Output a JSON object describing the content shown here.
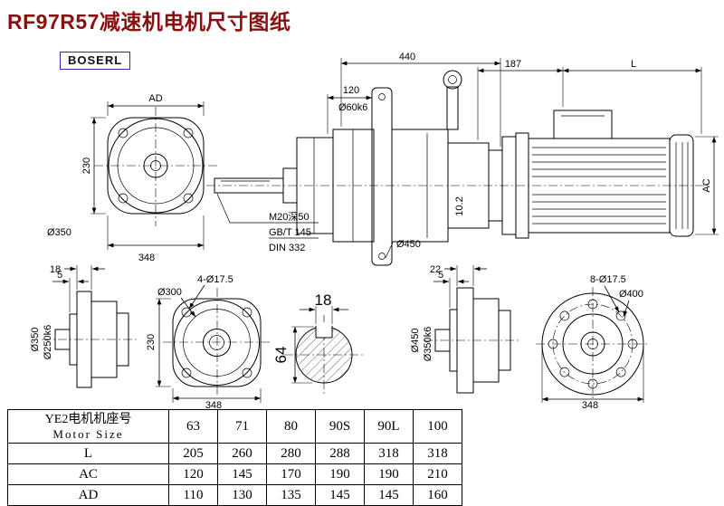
{
  "title": "RF97R57减速机电机尺寸图纸",
  "brand": "BOSERL",
  "main_view": {
    "dim_total": "440",
    "dim_shaft_len": "120",
    "shaft_dia": "Ø60k6",
    "dim_adapter": "187",
    "dim_motor": "L",
    "dim_motor_height": "AC",
    "keyway": "10.2",
    "tap_hole": "M20深50",
    "standard1": "GB/T 145",
    "standard2": "DIN 332",
    "flange_dia": "Ø450"
  },
  "flange_view_top": {
    "dim_width": "AD",
    "dim_height": "230",
    "dia": "Ø350",
    "dim_base": "348"
  },
  "side_view_small": {
    "dim_flange": "18",
    "dim_spigot": "5",
    "dia_outer": "Ø350",
    "dia_spigot": "Ø250k6"
  },
  "flange_view_front": {
    "holes": "4-Ø17.5",
    "dia": "Ø300",
    "dim_height": "230",
    "dim_width": "348"
  },
  "shaft_section": {
    "key_width": "18",
    "shaft_height": "64"
  },
  "side_view_large": {
    "dim_flange": "22",
    "dim_spigot": "5",
    "dia_outer": "Ø450",
    "dia_spigot": "Ø350k6"
  },
  "flange_view_right": {
    "holes": "8-Ø17.5",
    "dia": "Ø400",
    "dim_width": "348"
  },
  "table": {
    "header_line1": "YE2电机机座号",
    "header_line2": "Motor Size",
    "sizes": [
      "63",
      "71",
      "80",
      "90S",
      "90L",
      "100"
    ],
    "rows": [
      {
        "label": "L",
        "values": [
          "205",
          "260",
          "280",
          "288",
          "318",
          "318"
        ]
      },
      {
        "label": "AC",
        "values": [
          "120",
          "145",
          "170",
          "190",
          "190",
          "210"
        ]
      },
      {
        "label": "AD",
        "values": [
          "110",
          "130",
          "135",
          "145",
          "145",
          "160"
        ]
      }
    ]
  }
}
